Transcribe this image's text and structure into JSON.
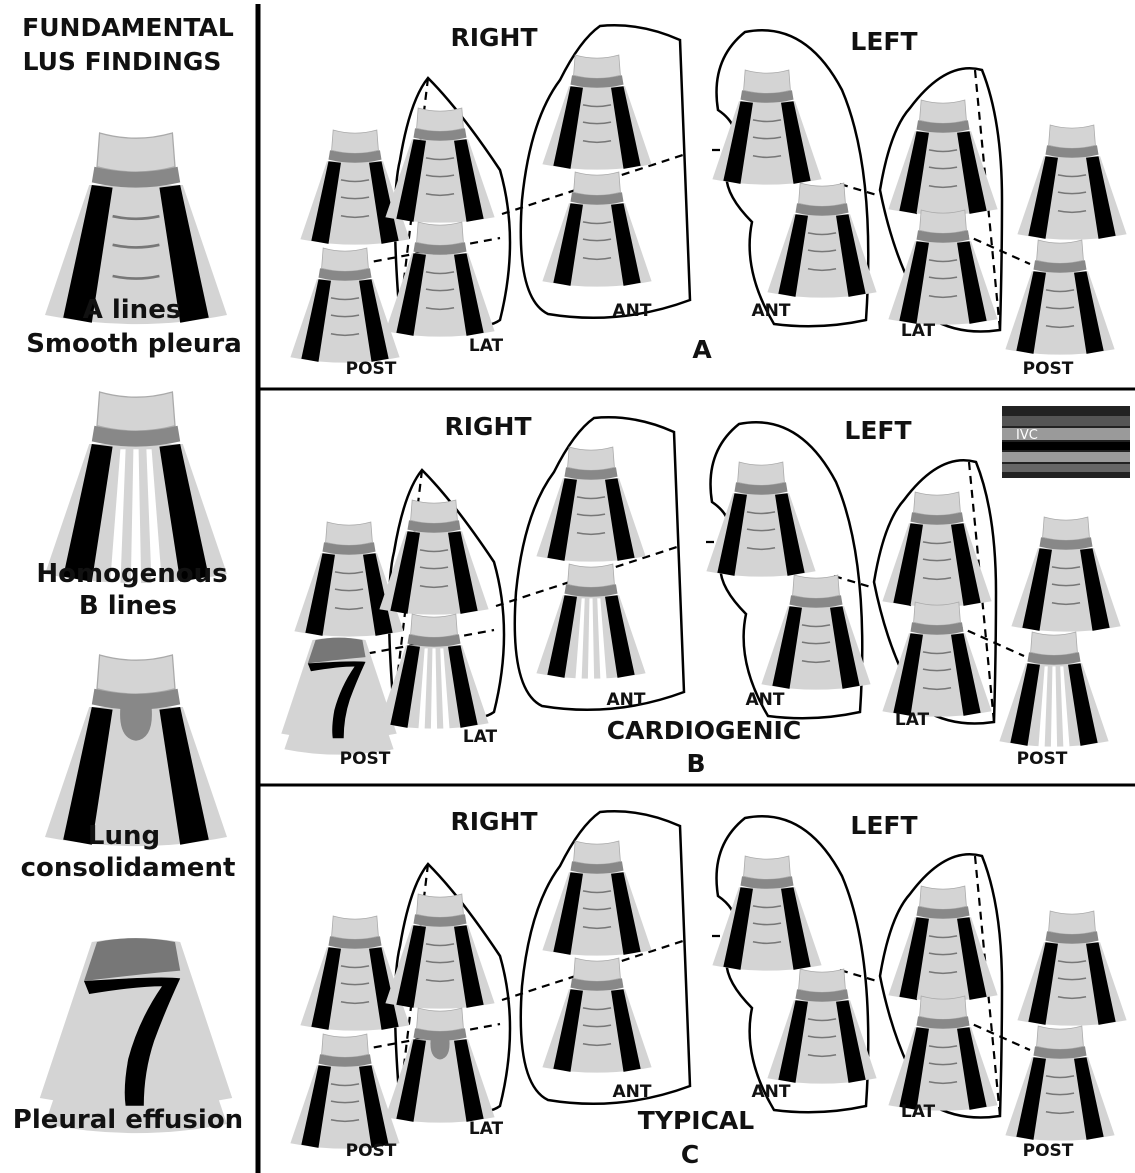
{
  "legend": {
    "heading_line1": "FUNDAMENTAL",
    "heading_line2": "LUS FINDINGS",
    "items": [
      {
        "line1": "A lines",
        "line2": "Smooth pleura",
        "type": "a-lines"
      },
      {
        "line1": "Homogenous",
        "line2": "B lines",
        "type": "b-lines"
      },
      {
        "line1": "Lung",
        "line2": "consolidament",
        "type": "consolidation"
      },
      {
        "line1": "Pleural effusion",
        "line2": "",
        "type": "effusion"
      }
    ]
  },
  "colors": {
    "probe_light": "#d4d4d4",
    "probe_dark": "#888888",
    "shadow": "#000000",
    "field": "#d4d4d4",
    "bline": "#ffffff",
    "consolidation": "#888888",
    "effusion_top": "#777777"
  },
  "panels": [
    {
      "letter": "A",
      "title": "",
      "right_label": "RIGHT",
      "left_label": "LEFT",
      "zones": {
        "post_r": "POST",
        "lat_r": "LAT",
        "ant_r": "ANT",
        "ant_l": "ANT",
        "lat_l": "LAT",
        "post_l": "POST"
      },
      "probes": [
        "a-lines",
        "a-lines",
        "a-lines",
        "a-lines",
        "a-lines",
        "a-lines",
        "a-lines",
        "a-lines",
        "a-lines",
        "a-lines",
        "a-lines",
        "a-lines"
      ],
      "ivc": null
    },
    {
      "letter": "B",
      "title": "CARDIOGENIC",
      "right_label": "RIGHT",
      "left_label": "LEFT",
      "zones": {
        "post_r": "POST",
        "lat_r": "LAT",
        "ant_r": "ANT",
        "ant_l": "ANT",
        "lat_l": "LAT",
        "post_l": "POST"
      },
      "probes": [
        "a-lines",
        "effusion",
        "a-lines",
        "b-lines",
        "a-lines",
        "b-lines",
        "a-lines",
        "a-lines",
        "a-lines",
        "a-lines",
        "a-lines",
        "b-lines"
      ],
      "ivc": "IVC"
    },
    {
      "letter": "C",
      "title": "TYPICAL",
      "right_label": "RIGHT",
      "left_label": "LEFT",
      "zones": {
        "post_r": "POST",
        "lat_r": "LAT",
        "ant_r": "ANT",
        "ant_l": "ANT",
        "lat_l": "LAT",
        "post_l": "POST"
      },
      "probes": [
        "a-lines",
        "a-lines",
        "a-lines",
        "consolidation",
        "a-lines",
        "a-lines",
        "a-lines",
        "a-lines",
        "a-lines",
        "a-lines",
        "a-lines",
        "a-lines"
      ],
      "ivc": null
    }
  ]
}
